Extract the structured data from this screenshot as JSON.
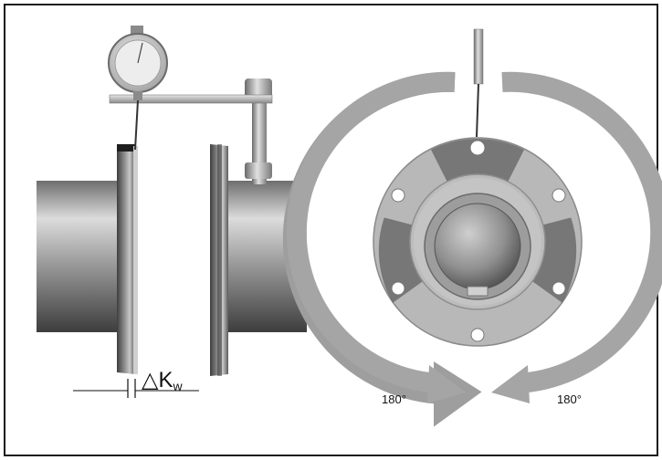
{
  "labels": {
    "delta_k_symbol": "△K",
    "delta_k_subscript": "w",
    "rotation_left": "180°",
    "rotation_right": "180°"
  },
  "colors": {
    "border": "#1a1a1a",
    "arrow": "#9e9e9e",
    "flange_face": "#b3b3b3",
    "flange_dark_sector": "#6b6b6b",
    "metal_dark": "#4a4a4a",
    "metal_light": "#d9d9d9"
  }
}
